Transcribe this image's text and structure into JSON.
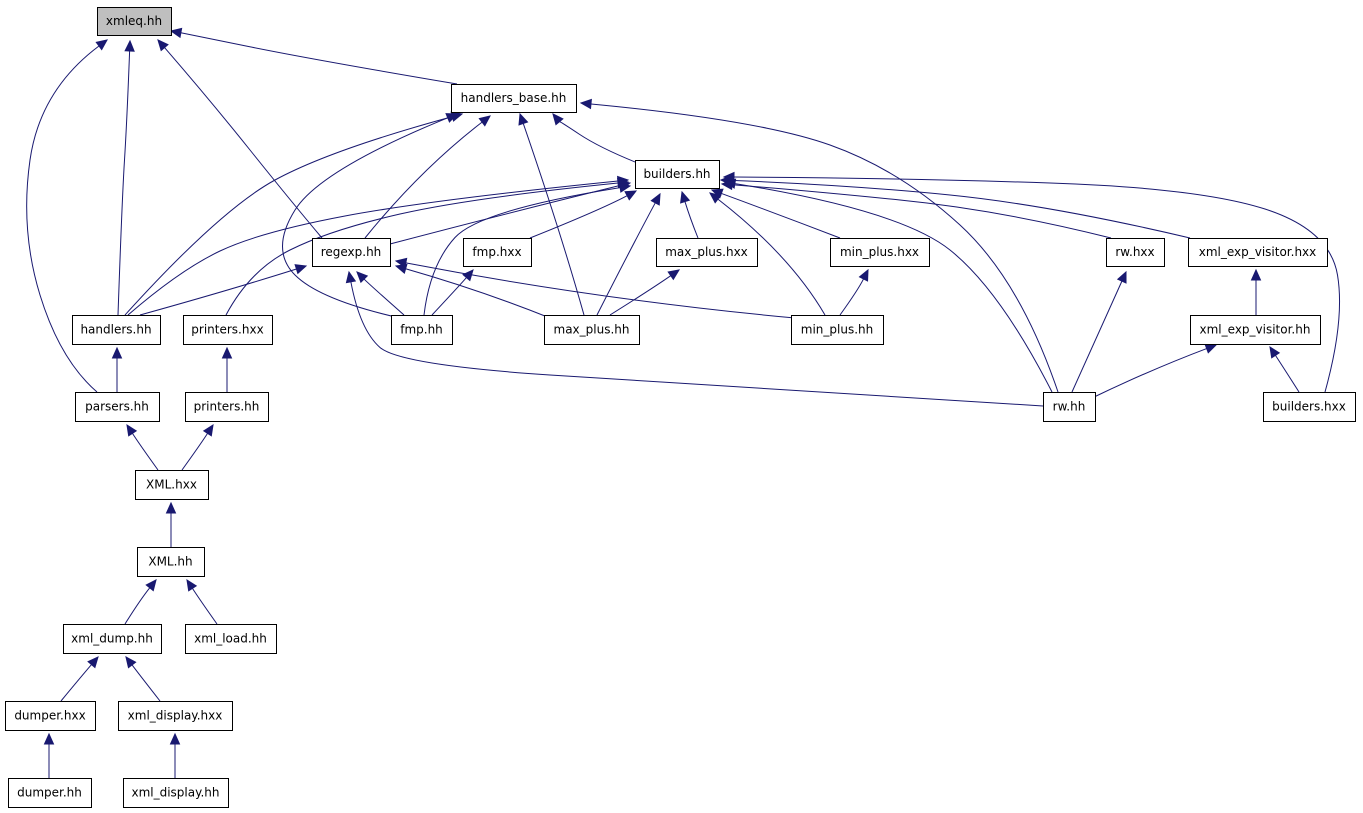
{
  "graph": {
    "type": "include-dependency-graph",
    "root": "xmleq.hh",
    "colors": {
      "edge": "#191970",
      "root_fill": "#bfbfbf",
      "node_fill": "#ffffff",
      "node_border": "#000000"
    },
    "nodes": [
      {
        "id": "xmleq_hh",
        "label": "xmleq.hh",
        "root": true
      },
      {
        "id": "handlers_base_hh",
        "label": "handlers_base.hh"
      },
      {
        "id": "builders_hh",
        "label": "builders.hh"
      },
      {
        "id": "regexp_hh",
        "label": "regexp.hh"
      },
      {
        "id": "fmp_hxx",
        "label": "fmp.hxx"
      },
      {
        "id": "max_plus_hxx",
        "label": "max_plus.hxx"
      },
      {
        "id": "min_plus_hxx",
        "label": "min_plus.hxx"
      },
      {
        "id": "rw_hxx",
        "label": "rw.hxx"
      },
      {
        "id": "xml_exp_visitor_hxx",
        "label": "xml_exp_visitor.hxx"
      },
      {
        "id": "handlers_hh",
        "label": "handlers.hh"
      },
      {
        "id": "printers_hxx",
        "label": "printers.hxx"
      },
      {
        "id": "fmp_hh",
        "label": "fmp.hh"
      },
      {
        "id": "max_plus_hh",
        "label": "max_plus.hh"
      },
      {
        "id": "min_plus_hh",
        "label": "min_plus.hh"
      },
      {
        "id": "xml_exp_visitor_hh",
        "label": "xml_exp_visitor.hh"
      },
      {
        "id": "parsers_hh",
        "label": "parsers.hh"
      },
      {
        "id": "printers_hh",
        "label": "printers.hh"
      },
      {
        "id": "rw_hh",
        "label": "rw.hh"
      },
      {
        "id": "builders_hxx",
        "label": "builders.hxx"
      },
      {
        "id": "XML_hxx",
        "label": "XML.hxx"
      },
      {
        "id": "XML_hh",
        "label": "XML.hh"
      },
      {
        "id": "xml_dump_hh",
        "label": "xml_dump.hh"
      },
      {
        "id": "xml_load_hh",
        "label": "xml_load.hh"
      },
      {
        "id": "dumper_hxx",
        "label": "dumper.hxx"
      },
      {
        "id": "xml_display_hxx",
        "label": "xml_display.hxx"
      },
      {
        "id": "dumper_hh",
        "label": "dumper.hh"
      },
      {
        "id": "xml_display_hh",
        "label": "xml_display.hh"
      }
    ],
    "edges": [
      {
        "from": "handlers_base_hh",
        "to": "xmleq_hh"
      },
      {
        "from": "regexp_hh",
        "to": "xmleq_hh"
      },
      {
        "from": "handlers_hh",
        "to": "xmleq_hh"
      },
      {
        "from": "parsers_hh",
        "to": "xmleq_hh"
      },
      {
        "from": "builders_hh",
        "to": "handlers_base_hh"
      },
      {
        "from": "regexp_hh",
        "to": "handlers_base_hh"
      },
      {
        "from": "handlers_hh",
        "to": "handlers_base_hh"
      },
      {
        "from": "fmp_hh",
        "to": "handlers_base_hh"
      },
      {
        "from": "max_plus_hh",
        "to": "handlers_base_hh"
      },
      {
        "from": "rw_hh",
        "to": "handlers_base_hh"
      },
      {
        "from": "regexp_hh",
        "to": "builders_hh"
      },
      {
        "from": "fmp_hxx",
        "to": "builders_hh"
      },
      {
        "from": "max_plus_hxx",
        "to": "builders_hh"
      },
      {
        "from": "min_plus_hxx",
        "to": "builders_hh"
      },
      {
        "from": "rw_hxx",
        "to": "builders_hh"
      },
      {
        "from": "xml_exp_visitor_hxx",
        "to": "builders_hh"
      },
      {
        "from": "handlers_hh",
        "to": "builders_hh"
      },
      {
        "from": "printers_hxx",
        "to": "builders_hh"
      },
      {
        "from": "fmp_hh",
        "to": "builders_hh"
      },
      {
        "from": "max_plus_hh",
        "to": "builders_hh"
      },
      {
        "from": "min_plus_hh",
        "to": "builders_hh"
      },
      {
        "from": "rw_hh",
        "to": "builders_hh"
      },
      {
        "from": "builders_hxx",
        "to": "builders_hh"
      },
      {
        "from": "handlers_hh",
        "to": "regexp_hh"
      },
      {
        "from": "fmp_hh",
        "to": "regexp_hh"
      },
      {
        "from": "max_plus_hh",
        "to": "regexp_hh"
      },
      {
        "from": "min_plus_hh",
        "to": "regexp_hh"
      },
      {
        "from": "rw_hh",
        "to": "regexp_hh"
      },
      {
        "from": "fmp_hh",
        "to": "fmp_hxx"
      },
      {
        "from": "max_plus_hh",
        "to": "max_plus_hxx"
      },
      {
        "from": "min_plus_hh",
        "to": "min_plus_hxx"
      },
      {
        "from": "rw_hh",
        "to": "rw_hxx"
      },
      {
        "from": "xml_exp_visitor_hh",
        "to": "xml_exp_visitor_hxx"
      },
      {
        "from": "rw_hh",
        "to": "xml_exp_visitor_hh"
      },
      {
        "from": "builders_hxx",
        "to": "xml_exp_visitor_hh"
      },
      {
        "from": "parsers_hh",
        "to": "handlers_hh"
      },
      {
        "from": "printers_hh",
        "to": "printers_hxx"
      },
      {
        "from": "XML_hxx",
        "to": "parsers_hh"
      },
      {
        "from": "XML_hxx",
        "to": "printers_hh"
      },
      {
        "from": "XML_hh",
        "to": "XML_hxx"
      },
      {
        "from": "xml_dump_hh",
        "to": "XML_hh"
      },
      {
        "from": "xml_load_hh",
        "to": "XML_hh"
      },
      {
        "from": "dumper_hxx",
        "to": "xml_dump_hh"
      },
      {
        "from": "xml_display_hxx",
        "to": "xml_dump_hh"
      },
      {
        "from": "dumper_hh",
        "to": "dumper_hxx"
      },
      {
        "from": "xml_display_hh",
        "to": "xml_display_hxx"
      }
    ]
  }
}
